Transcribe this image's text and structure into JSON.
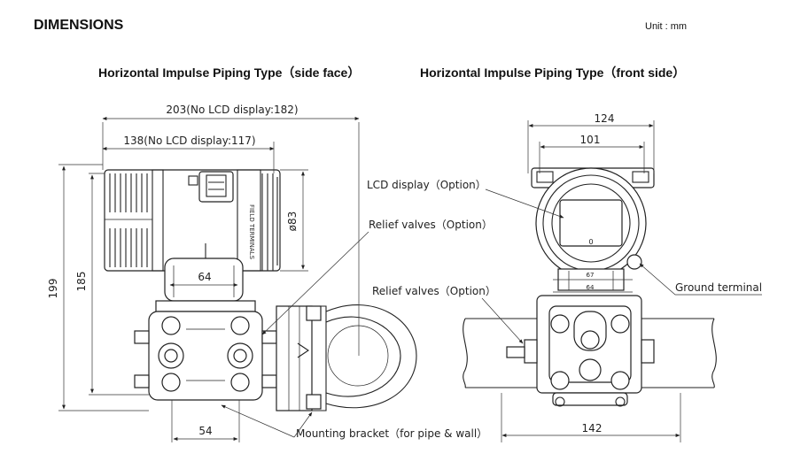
{
  "header": {
    "title": "DIMENSIONS",
    "unit": "Unit : mm"
  },
  "side_view": {
    "subtitle": "Horizontal Impulse Piping Type（side face）",
    "dim_overall_width": "203(No LCD display:182)",
    "dim_housing_width": "138(No LCD display:117)",
    "dim_total_height": "199",
    "dim_height_185": "185",
    "dim_cover_dia": "ø83",
    "dim_flange_width": "64",
    "dim_bottom_width": "54",
    "terminal_marking": "FIELD TERMINALS"
  },
  "front_view": {
    "subtitle": "Horizontal Impulse Piping Type（front side）",
    "dim_top_124": "124",
    "dim_top_101": "101",
    "dim_bottom_142": "142",
    "dim_small_a": "67",
    "dim_small_b": "64",
    "lcd_digit": "0"
  },
  "callouts": {
    "lcd_display": "LCD display（Option）",
    "relief_valves_side": "Relief valves（Option）",
    "relief_valves_front": "Relief valves（Option）",
    "ground_terminal": "Ground terminal",
    "mounting_bracket": "Mounting bracket（for pipe & wall）"
  }
}
